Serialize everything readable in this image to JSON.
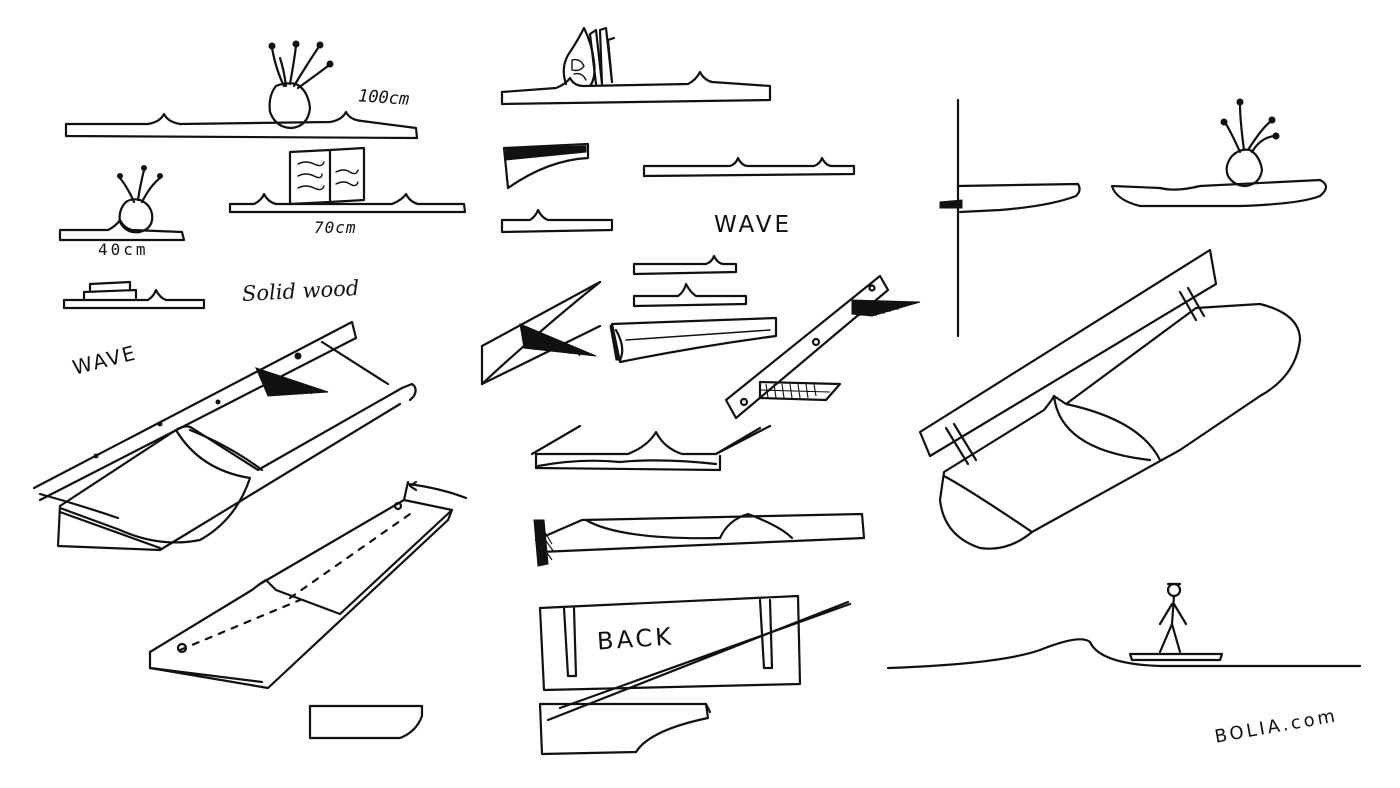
{
  "labels": {
    "length_100": "100cm",
    "length_40": "40cm",
    "length_70": "70cm",
    "material": "Solid wood",
    "wave_left": "WAVE",
    "wave_center": "WAVE",
    "back": "BACK",
    "brand": "BOLIA.com"
  },
  "colors": {
    "ink": "#111111",
    "paper": "#ffffff"
  }
}
